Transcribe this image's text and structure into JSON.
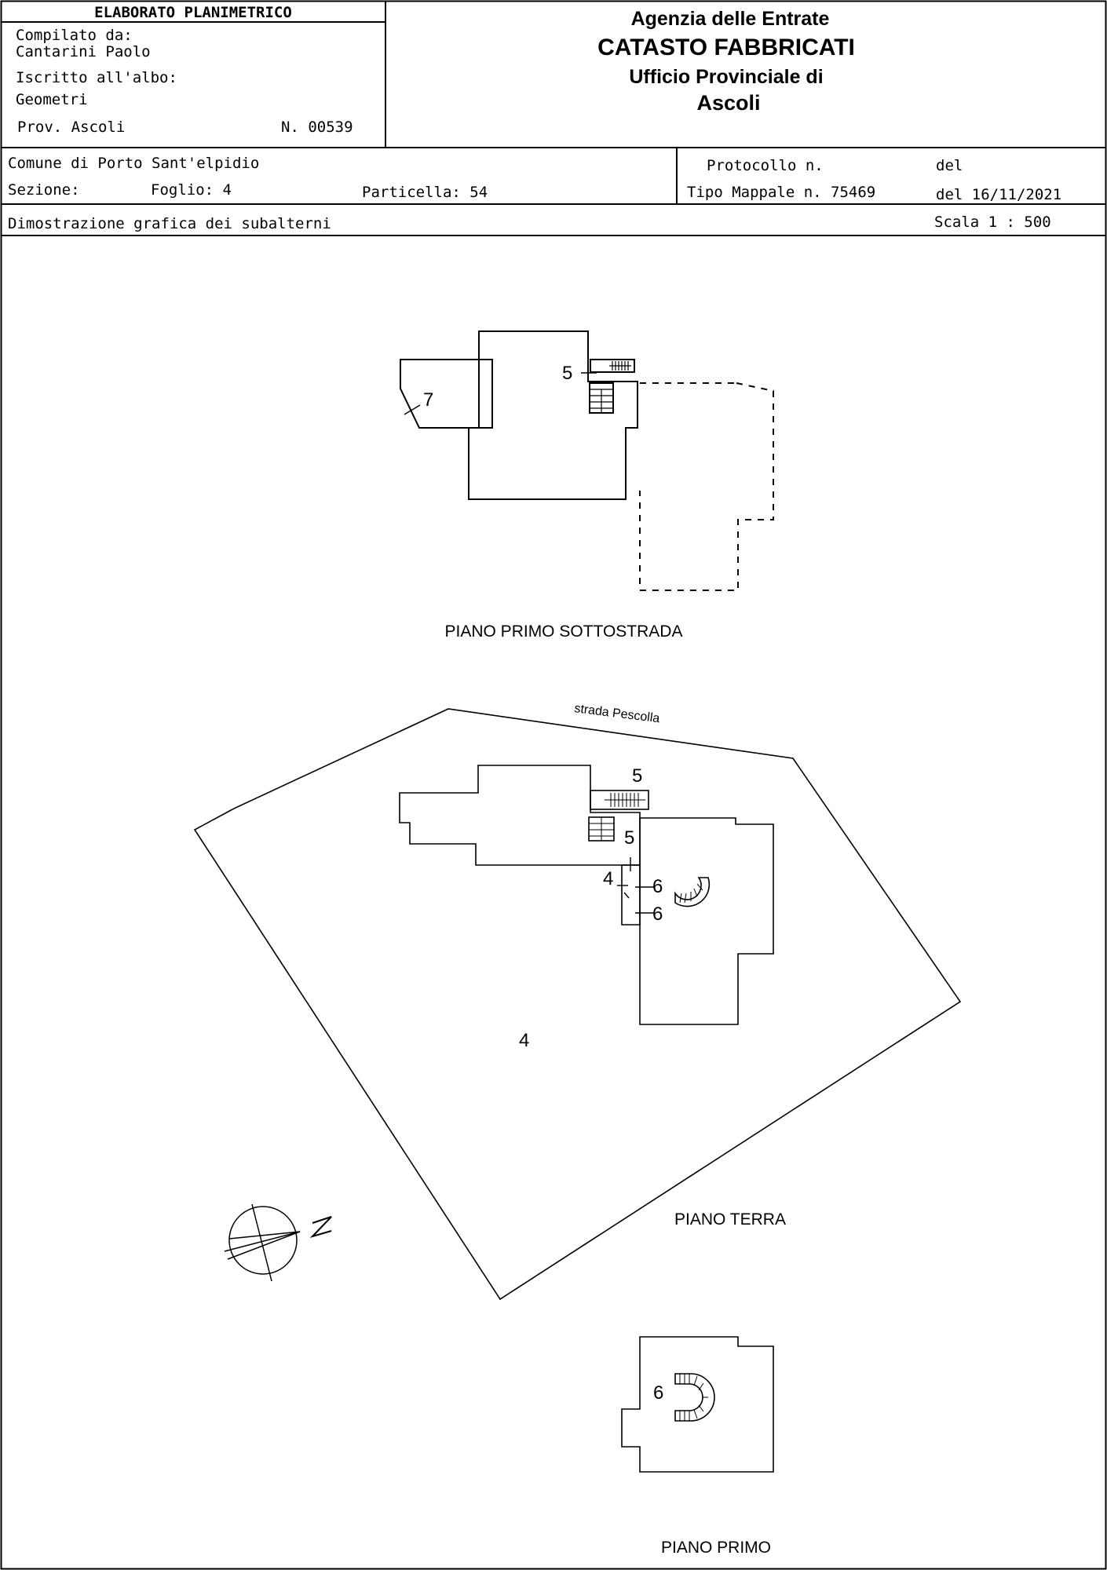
{
  "header": {
    "doc_title": "ELABORATO PLANIMETRICO",
    "compilato_label": "Compilato da:",
    "compilato_name": "Cantarini Paolo",
    "iscritto_label": "Iscritto all'albo:",
    "albo": "Geometri",
    "prov": "Prov. Ascoli",
    "numero": "N. 00539",
    "agency": "Agenzia delle Entrate",
    "catasto": "CATASTO FABBRICATI",
    "ufficio": "Ufficio Provinciale di",
    "city": "Ascoli"
  },
  "info": {
    "comune": "Comune di Porto Sant'elpidio",
    "sezione": "Sezione:",
    "foglio": "Foglio: 4",
    "particella": "Particella: 54",
    "protocollo": "Protocollo n.",
    "del_label": "del",
    "tipo_mappale": "Tipo Mappale n. 75469",
    "del_date": "del 16/11/2021",
    "dimostrazione": "Dimostrazione grafica dei subalterni",
    "scala": "Scala 1 : 500"
  },
  "plan": {
    "piano_sottostrada": "PIANO PRIMO SOTTOSTRADA",
    "piano_terra": "PIANO TERRA",
    "piano_primo": "PIANO PRIMO",
    "road_label": "strada Pescolla",
    "labels": {
      "sub5_upper": "5",
      "sub7": "7",
      "sub5_terra_top": "5",
      "sub5_terra_mid": "5",
      "sub4_small": "4",
      "sub6_a": "6",
      "sub6_b": "6",
      "sub4_lot": "4",
      "sub6_primo": "6"
    },
    "north_letter": "N"
  }
}
